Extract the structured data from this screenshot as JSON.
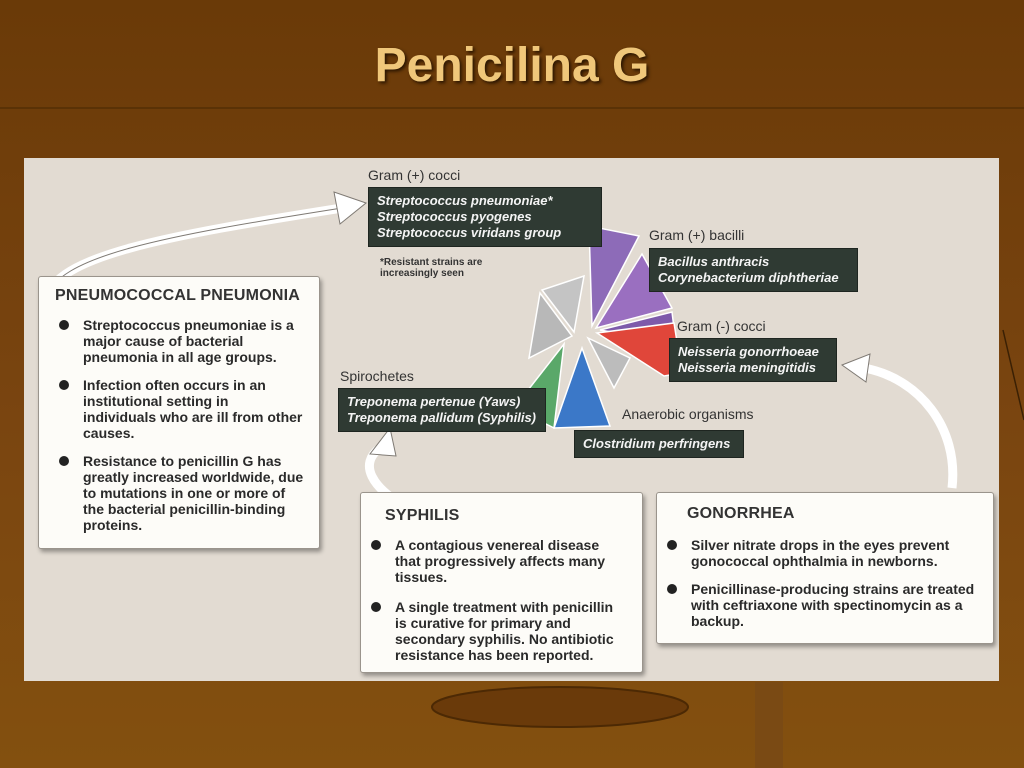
{
  "slide": {
    "title": "Penicilina G"
  },
  "groups": {
    "gram_pos_cocci": {
      "label": "Gram (+) cocci",
      "organisms": [
        "Streptococcus pneumoniae*",
        "Streptococcus pyogenes",
        "Streptococcus viridans group"
      ],
      "note": "*Resistant strains are increasingly seen"
    },
    "gram_pos_bacilli": {
      "label": "Gram (+) bacilli",
      "organisms": [
        "Bacillus anthracis",
        "Corynebacterium diphtheriae"
      ]
    },
    "gram_neg_cocci": {
      "label": "Gram (-) cocci",
      "organisms": [
        "Neisseria gonorrhoeae",
        "Neisseria meningitidis"
      ]
    },
    "spirochetes": {
      "label": "Spirochetes",
      "organisms": [
        "Treponema pertenue (Yaws)",
        "Treponema pallidum (Syphilis)"
      ]
    },
    "anaerobic": {
      "label": "Anaerobic organisms",
      "organisms": [
        "Clostridium perfringens"
      ]
    }
  },
  "pneumococcal": {
    "title": "PNEUMOCOCCAL PNEUMONIA",
    "bullets": [
      "Streptococcus pneumoniae is a major cause of bacterial pneumonia in all age groups.",
      "Infection often occurs in an institutional setting in individuals who are ill from other causes.",
      "Resistance to penicillin G has greatly increased worldwide, due to mutations in one or more of the bacterial penicillin-binding proteins."
    ]
  },
  "syphilis": {
    "title": "SYPHILIS",
    "bullets": [
      "A contagious venereal disease that progressively affects many tissues.",
      "A single treatment with penicillin is curative for primary and secondary syphilis. No antibiotic resistance has been reported."
    ]
  },
  "gonorrhea": {
    "title": "GONORRHEA",
    "bullets": [
      "Silver nitrate drops in the eyes prevent gonococcal ophthalmia in newborns.",
      "Penicillinase-producing strains are treated with ceftriaxone with spectinomycin as a backup."
    ]
  },
  "colors": {
    "gram_pos_cocci": "#8d6bb8",
    "gram_pos_bacilli": "#9a6fc0",
    "gram_neg_cocci": "#e0463a",
    "anaerobic": "#3b78c8",
    "spirochetes": "#5aa869",
    "unused": "#b8b8b8"
  }
}
